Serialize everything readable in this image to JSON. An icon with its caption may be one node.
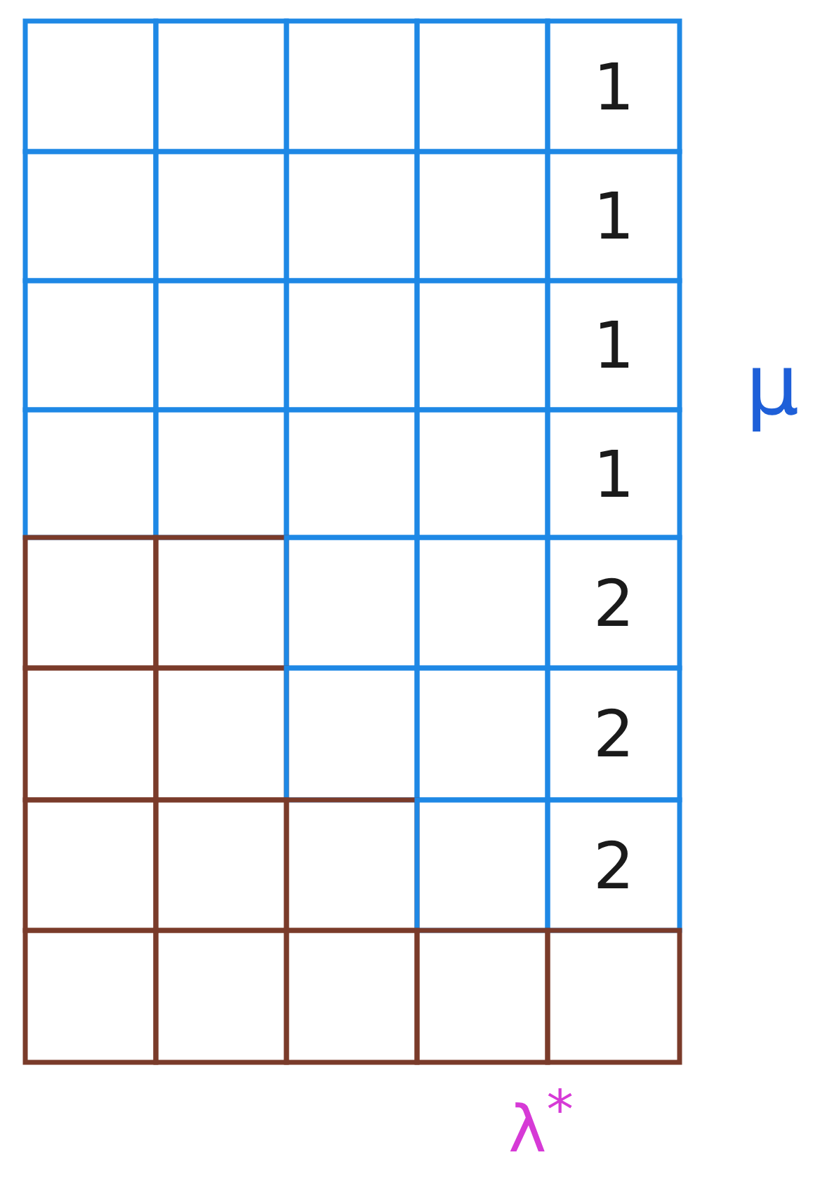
{
  "diagram": {
    "labels": [
      "1",
      "1",
      "1",
      "1",
      "2",
      "2",
      "2",
      "μ",
      "λ$^{*}$"
    ]
  }
}
